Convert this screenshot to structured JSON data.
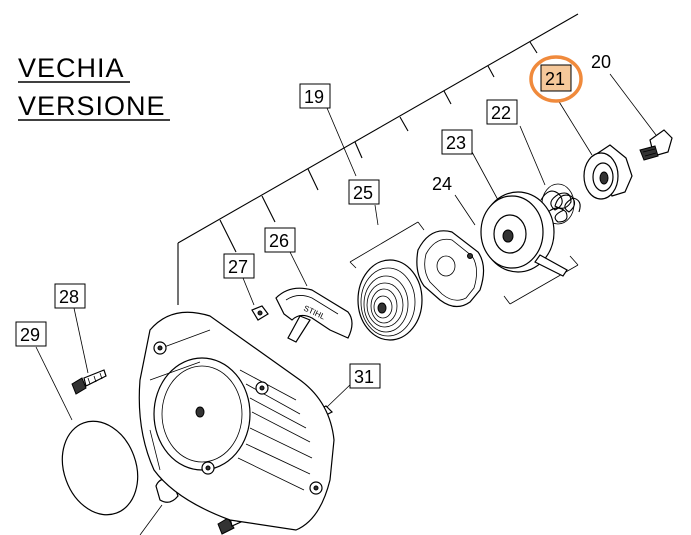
{
  "header": {
    "line1": "VECHIA",
    "line2": "VERSIONE"
  },
  "highlight_color": "#f08a3c",
  "labels": {
    "p19": "19",
    "p20": "20",
    "p21": "21",
    "p22": "22",
    "p23": "23",
    "p24": "24",
    "p25": "25",
    "p26": "26",
    "p27": "27",
    "p28": "28",
    "p29": "29",
    "p31": "31"
  }
}
